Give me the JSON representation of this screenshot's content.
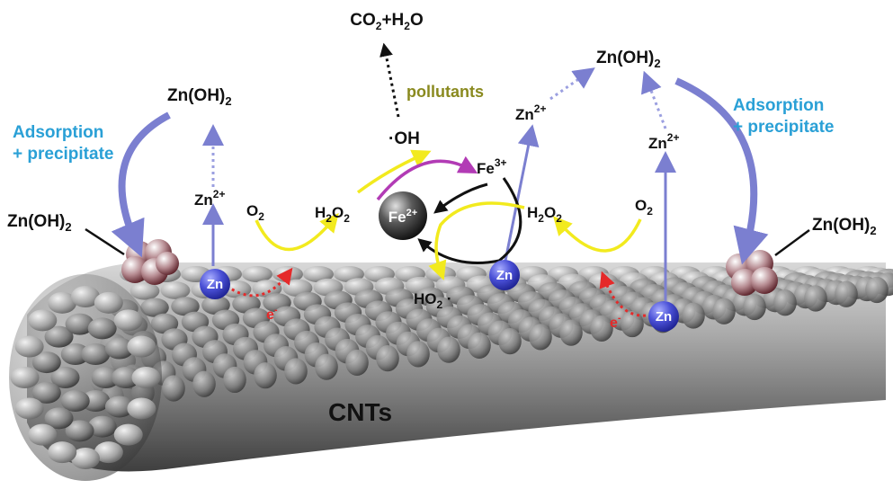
{
  "labels": {
    "co2_h2o": "CO2+H2O",
    "pollutants": "pollutants",
    "oh_radical": "·OH",
    "fe3": "Fe3+",
    "fe2": "Fe2+",
    "h2o2_left": "H2O2",
    "h2o2_right": "H2O2",
    "o2_left": "O2",
    "o2_right": "O2",
    "ho2_radical": "HO2·",
    "zn_left": "Zn",
    "zn_center": "Zn",
    "zn_right": "Zn",
    "zn2_left": "Zn2+",
    "zn2_center": "Zn2+",
    "zn2_right": "Zn2+",
    "znoh2_left_top": "Zn(OH)2",
    "znoh2_left_side": "Zn(OH)2",
    "znoh2_right_top": "Zn(OH)2",
    "znoh2_right_side": "Zn(OH)2",
    "electron_left": "e-",
    "electron_right": "e-",
    "adsorption_left_1": "Adsorption",
    "adsorption_left_2": "+ precipitate",
    "adsorption_right_1": "Adsorption",
    "adsorption_right_2": "+ precipitate",
    "cnts": "CNTs"
  },
  "colors": {
    "blue_text": "#2aa0d6",
    "olive_text": "#8a8a1f",
    "red": "#e52a2a",
    "yellow": "#f2ea1e",
    "purple": "#b23bb5",
    "arrow_blue": "#7b7fd0",
    "zn_ball": "#3a3fbf",
    "cluster": "#6a1f28"
  }
}
